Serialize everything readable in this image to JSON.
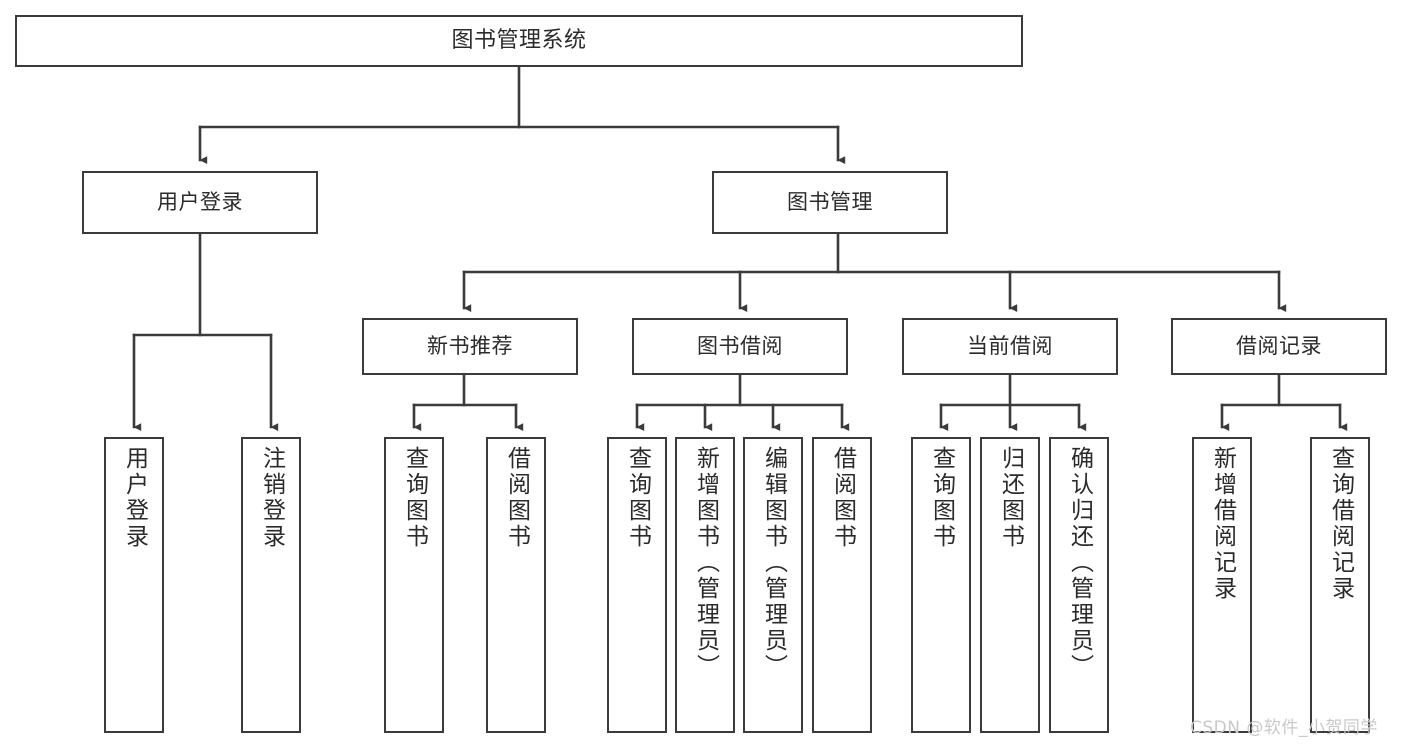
{
  "diagram": {
    "title": "图书管理系统",
    "type": "tree-hierarchy",
    "watermark": "CSDN @软件_小贺同学",
    "colors": {
      "background": "#ffffff",
      "box_border": "#3b3b3b",
      "connector": "#3b3b3b",
      "text": "#2b2b2b",
      "watermark": "#c9c9c9"
    },
    "nodes": {
      "root": {
        "label": "图书管理系统"
      },
      "level2": [
        {
          "label": "用户登录"
        },
        {
          "label": "图书管理"
        }
      ],
      "level3": [
        {
          "label": "新书推荐"
        },
        {
          "label": "图书借阅"
        },
        {
          "label": "当前借阅"
        },
        {
          "label": "借阅记录"
        }
      ],
      "leaves": {
        "user_login": [
          {
            "label": "用户登录"
          },
          {
            "label": "注销登录"
          }
        ],
        "new_book_recommend": [
          {
            "label": "查询图书"
          },
          {
            "label": "借阅图书"
          }
        ],
        "book_borrow": [
          {
            "label": "查询图书"
          },
          {
            "label": "新增图书（管理员）"
          },
          {
            "label": "编辑图书（管理员）"
          },
          {
            "label": "借阅图书"
          }
        ],
        "current_borrow": [
          {
            "label": "查询图书"
          },
          {
            "label": "归还图书"
          },
          {
            "label": "确认归还（管理员）"
          }
        ],
        "borrow_record": [
          {
            "label": "新增借阅记录"
          },
          {
            "label": "查询借阅记录"
          }
        ]
      }
    }
  }
}
